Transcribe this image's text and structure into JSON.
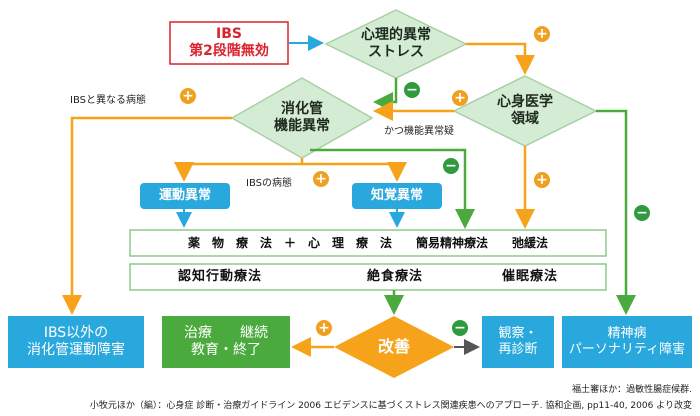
{
  "ibs_box": {
    "line1": "IBS",
    "line2": "第2段階無効"
  },
  "diamonds": {
    "psych_stress": "心理的異常\nストレス",
    "gi_dysfunction": "消化管\n機能異常",
    "psychosomatic": "心身医学\n領域",
    "improvement": "改善"
  },
  "boxes": {
    "motility": "運動異常",
    "perception": "知覚異常",
    "other_gi": "IBS以外の\n消化管運動障害",
    "treatment": "治療　　継続\n教育・終了",
    "observe": "観察・\n再診断",
    "psychiatric": "精神病\nパーソナリティ障害"
  },
  "treatments": {
    "row1": "薬　物　療　法　＋　心　理　療　法　　簡易精神療法　　弛緩法",
    "row2_a": "認知行動療法",
    "row2_b": "絶食療法",
    "row2_c": "催眠療法"
  },
  "notes": {
    "different_pathology": "IBSと異なる病態",
    "with_gi_suspect": "かつ機能異常疑",
    "ibs_pathology": "IBSの病態"
  },
  "signs": {
    "plus": "+",
    "minus": "−"
  },
  "citation": {
    "line1": "福土審ほか：過敏性腸症候群.",
    "line2": "小牧元ほか（編）：心身症 診断・治療ガイドライン 2006 エビデンスに基づくストレス関連疾患へのアプローチ. 協和企画, pp11-40, 2006 より改変"
  },
  "colors": {
    "diamond_fill": "#d5ecd4",
    "diamond_stroke": "#a9cfa6",
    "blue": "#29a8dd",
    "green": "#4aaa3e",
    "orange": "#f6a21b",
    "gray_line": "#555555",
    "red": "#d9232d"
  }
}
